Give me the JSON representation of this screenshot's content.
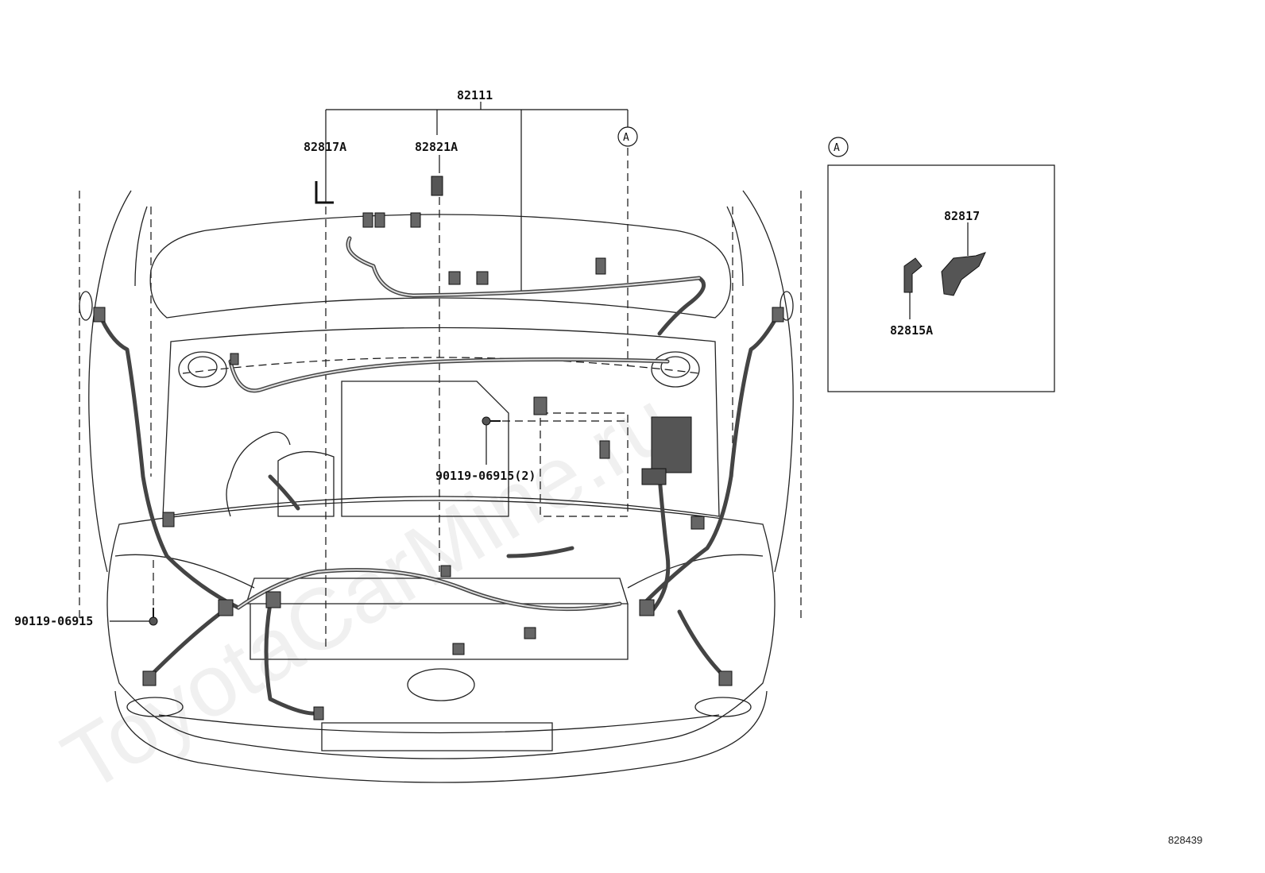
{
  "diagram": {
    "part_labels": {
      "main_harness": "82111",
      "harness_left": "82817A",
      "harness_mid": "82821A",
      "ref_a_marker": "A",
      "bolt_center": "90119-06915(2)",
      "bolt_left": "90119-06915"
    },
    "detail_a": {
      "marker": "A",
      "part_top": "82817",
      "part_bottom": "82815A"
    },
    "watermark": "ToyotaCarMine.ru",
    "diagram_code": "828439"
  }
}
